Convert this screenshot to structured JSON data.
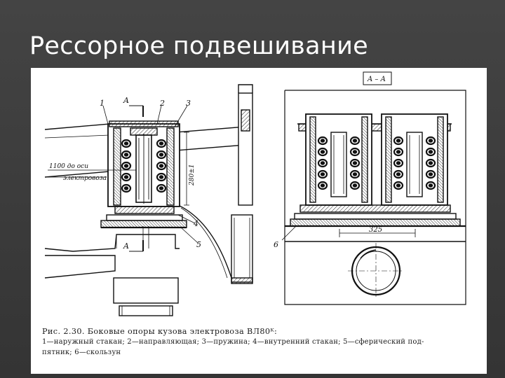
{
  "slide": {
    "title": "Рессорное подвешивание"
  },
  "figure": {
    "labels": {
      "part_1": "1",
      "part_2": "2",
      "part_3": "3",
      "part_4": "4",
      "part_5": "5",
      "part_6": "6",
      "section_mark_top": "A",
      "section_mark_bottom": "A",
      "section_view_title": "A – A",
      "distance_axis": "1100 до оси",
      "distance_axis_2": "электровоза",
      "dimension_height": "280±1",
      "dimension_width": "325"
    },
    "caption": {
      "line1": "Рис. 2.30. Боковые опоры кузова электровоза ВЛ80ᴷ:",
      "legend_line1": "1—наружный стакан; 2—направляющая; 3—пружина; 4—внутренний стакан; 5—сферический под-",
      "legend_line2": "пятник; 6—скользун"
    }
  }
}
